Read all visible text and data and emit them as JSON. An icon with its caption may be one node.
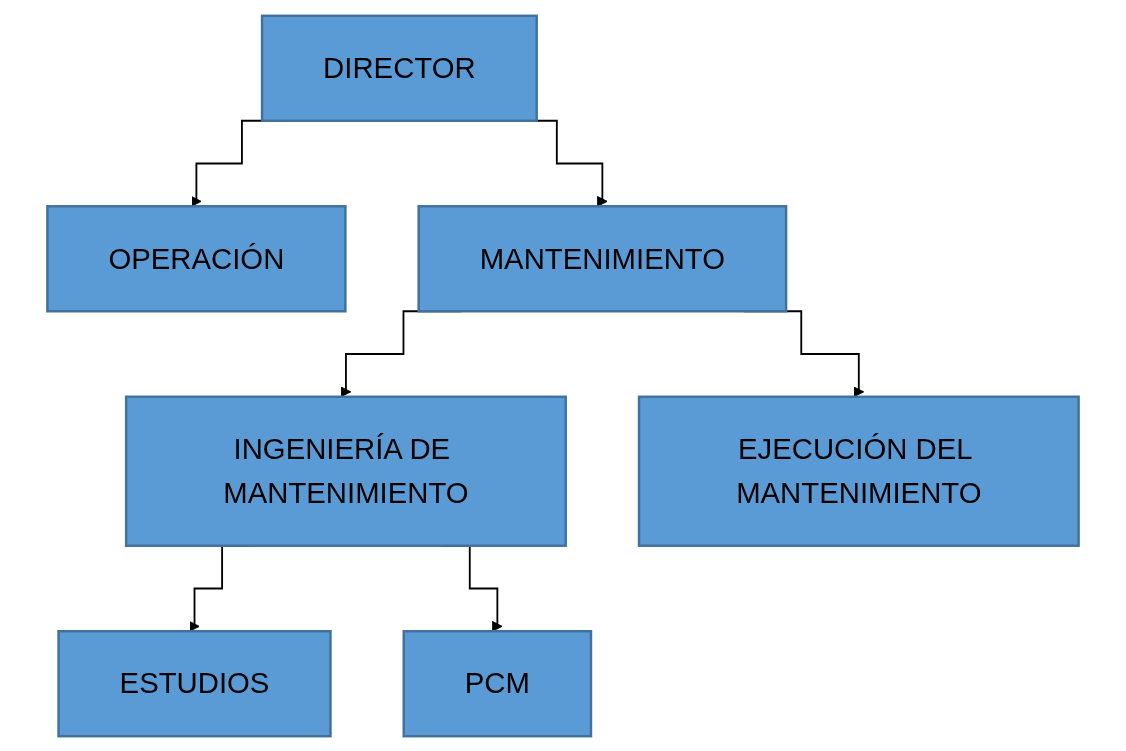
{
  "diagram": {
    "nodes": [
      {
        "text": [
          "DIRECTOR"
        ]
      },
      {
        "text": [
          "OPERACIÓN"
        ]
      },
      {
        "text": [
          "MANTENIMIENTO"
        ]
      },
      {
        "text": [
          "INGENIERÍA DE MANTENIMIENTO"
        ]
      },
      {
        "text": [
          "EJECUCIÓN DEL MANTENIMIENTO"
        ]
      },
      {
        "text": [
          "ESTUDIOS"
        ]
      },
      {
        "text": [
          "PCM"
        ]
      }
    ],
    "edges": [
      {
        "from": 0,
        "to": 1,
        "arrow": "to"
      },
      {
        "from": 0,
        "to": 2,
        "arrow": "to"
      },
      {
        "from": 2,
        "to": 3,
        "arrow": "to"
      },
      {
        "from": 2,
        "to": 4,
        "arrow": "to"
      },
      {
        "from": 3,
        "to": 5,
        "arrow": "to"
      },
      {
        "from": 3,
        "to": 6,
        "arrow": "to"
      }
    ]
  }
}
